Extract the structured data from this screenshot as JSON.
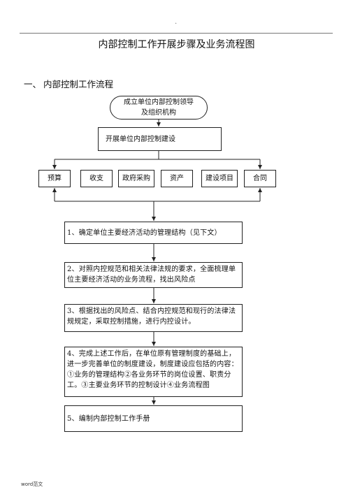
{
  "header": {
    "dot": "."
  },
  "document": {
    "title": "内部控制工作开展步骤及业务流程图",
    "section": {
      "number": "一、",
      "title": "内部控制工作流程"
    }
  },
  "flow": {
    "start": "成立单位内部控制领导\n及组织机构",
    "build": "开展单位内部控制建设",
    "categories": [
      "预算",
      "收支",
      "政府采购",
      "资产",
      "建设项目",
      "合同"
    ],
    "steps": [
      "1、确定单位主要经济活动的管理结构（见下文）",
      "2、对照内控规范和相关法律法规的要求，全面梳理单位主要经济活动的业务流程，找出风险点",
      "3、根据找出的风险点、结合内控规范和现行的法律法规规定，采取控制措施，进行内控设计。",
      "4、完成上述工作后，在单位原有管理制度的基础上，进一步完善单位的制度建设，制度建设应包括的内容：①业务的管理结构②各业务环节的岗位设置、职责分工。③主要业务环节的控制设计④业务流程图",
      "5、编制内部控制工作手册"
    ]
  },
  "footer": {
    "label": "word范文"
  }
}
